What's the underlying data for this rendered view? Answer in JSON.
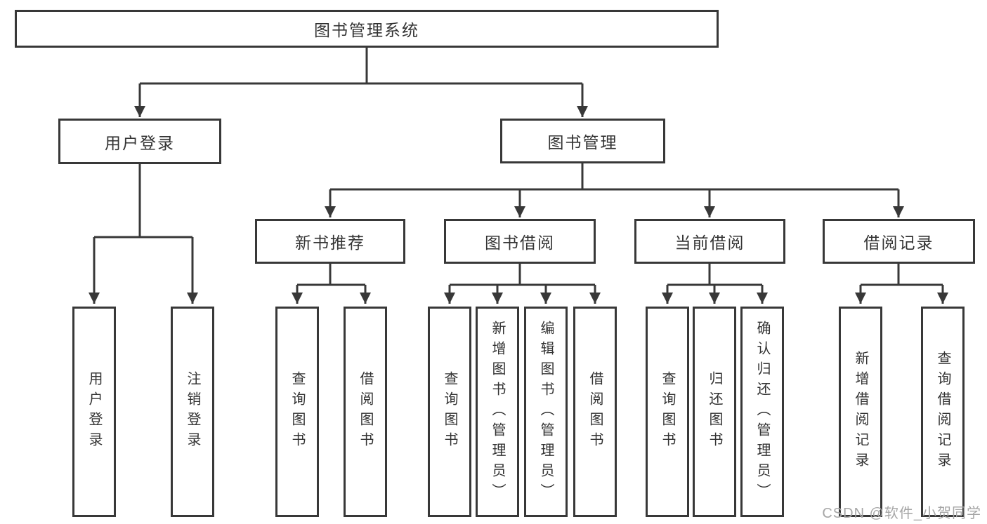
{
  "nodes": {
    "root": "图书管理系统",
    "level2": [
      "用户登录",
      "图书管理"
    ],
    "level3": [
      "新书推荐",
      "图书借阅",
      "当前借阅",
      "借阅记录"
    ],
    "leaves_user_login": [
      "用户登录",
      "注销登录"
    ],
    "leaves_new_book": [
      "查询图书",
      "借阅图书"
    ],
    "leaves_book_borrow": [
      "查询图书",
      "新增图书（管理员）",
      "编辑图书（管理员）",
      "借阅图书"
    ],
    "leaves_current_borrow": [
      "查询图书",
      "归还图书",
      "确认归还（管理员）"
    ],
    "leaves_borrow_record": [
      "新增借阅记录",
      "查询借阅记录"
    ]
  },
  "watermark": {
    "text": "CSDN @软件_小贺同学"
  },
  "colors": {
    "line": "#383838",
    "box_border": "#383838",
    "text": "#333333",
    "watermark": "#a6a6a6",
    "background": "#ffffff"
  }
}
